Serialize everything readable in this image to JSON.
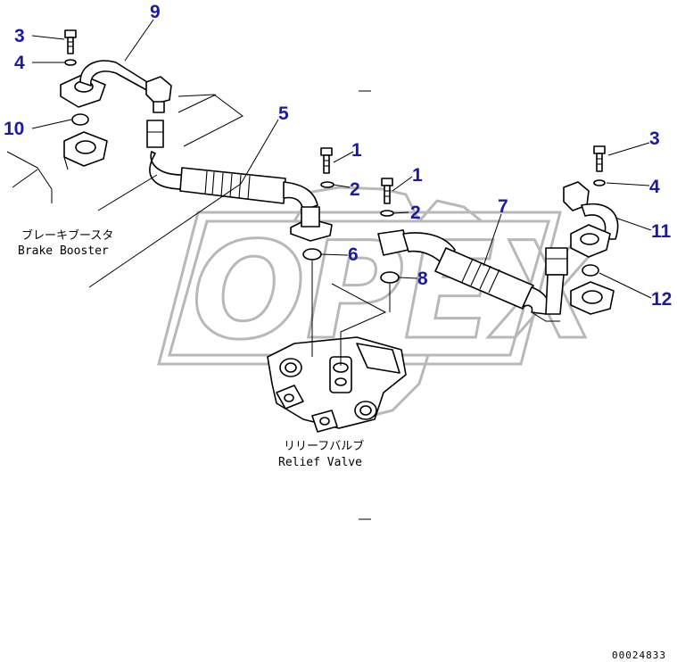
{
  "watermark": {
    "text": "OPEX",
    "color": "#b8b8b8"
  },
  "callout_color": "#1a1aa6",
  "callouts": [
    {
      "id": "c9",
      "text": "9"
    },
    {
      "id": "c3a",
      "text": "3"
    },
    {
      "id": "c4a",
      "text": "4"
    },
    {
      "id": "c10",
      "text": "10"
    },
    {
      "id": "c5",
      "text": "5"
    },
    {
      "id": "c1a",
      "text": "1"
    },
    {
      "id": "c2a",
      "text": "2"
    },
    {
      "id": "c1b",
      "text": "1"
    },
    {
      "id": "c2b",
      "text": "2"
    },
    {
      "id": "c7",
      "text": "7"
    },
    {
      "id": "c6",
      "text": "6"
    },
    {
      "id": "c8",
      "text": "8"
    },
    {
      "id": "c3b",
      "text": "3"
    },
    {
      "id": "c4b",
      "text": "4"
    },
    {
      "id": "c11",
      "text": "11"
    },
    {
      "id": "c12",
      "text": "12"
    }
  ],
  "labels": {
    "brake_booster_jp": "ブレーキブースタ",
    "brake_booster_en": "Brake Booster",
    "relief_valve_jp": "リリーフバルブ",
    "relief_valve_en": "Relief Valve"
  },
  "doc_id": "00024833"
}
